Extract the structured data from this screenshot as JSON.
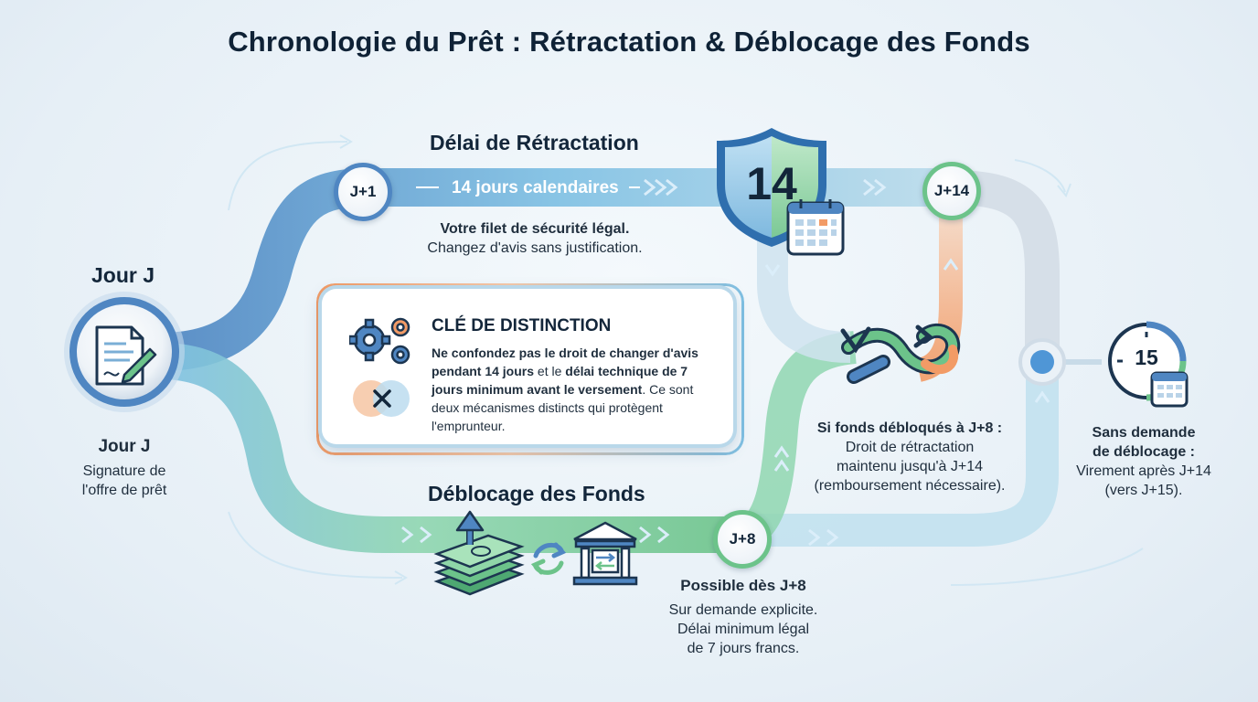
{
  "title": "Chronologie du Prêt : Rétractation & Déblocage des Fonds",
  "start": {
    "heading": "Jour J",
    "label": "Jour J",
    "desc_line1": "Signature de",
    "desc_line2": "l'offre de prêt"
  },
  "retraction": {
    "heading": "Délai de Rétractation",
    "node_label": "J+1",
    "band_label": "14 jours calendaires",
    "desc_bold": "Votre filet de sécurité légal.",
    "desc": "Changez d'avis sans justification.",
    "shield_number": "14",
    "end_node_label": "J+14"
  },
  "distinction": {
    "title": "CLÉ DE DISTINCTION",
    "part1": "Ne confondez pas le droit de changer d'avis pendant 14 jours",
    "part2": " et le ",
    "part3": "délai technique de 7 jours minimum avant le versement",
    "part4": ". Ce sont deux mécanismes distincts qui protègent l'emprunteur."
  },
  "funds": {
    "heading": "Déblocage des Fonds",
    "node_label": "J+8",
    "desc_bold": "Possible dès J+8",
    "desc_line1": "Sur demande explicite.",
    "desc_line2": "Délai minimum légal",
    "desc_line3": "de 7 jours francs."
  },
  "j8_case": {
    "title": "Si fonds débloqués à J+8 :",
    "line1": "Droit de rétractation",
    "line2": "maintenu jusqu'à J+14",
    "line3": "(remboursement nécessaire)."
  },
  "no_request": {
    "clock_number": "15",
    "title_line1": "Sans demande",
    "title_line2": "de déblocage :",
    "line1": "Virement après J+14",
    "line2": "(vers J+15)."
  },
  "colors": {
    "blue": "#4f86c2",
    "light_blue": "#7fc0e3",
    "green": "#6cc38a",
    "orange": "#f29b66",
    "navy": "#13263a"
  },
  "icons": [
    "document-signature-icon",
    "shield-icon",
    "calendar-icon",
    "gear-icon",
    "venn-cross-icon",
    "money-stack-icon",
    "exchange-arrows-icon",
    "bank-icon",
    "infinity-loop-icon",
    "clock-icon"
  ]
}
